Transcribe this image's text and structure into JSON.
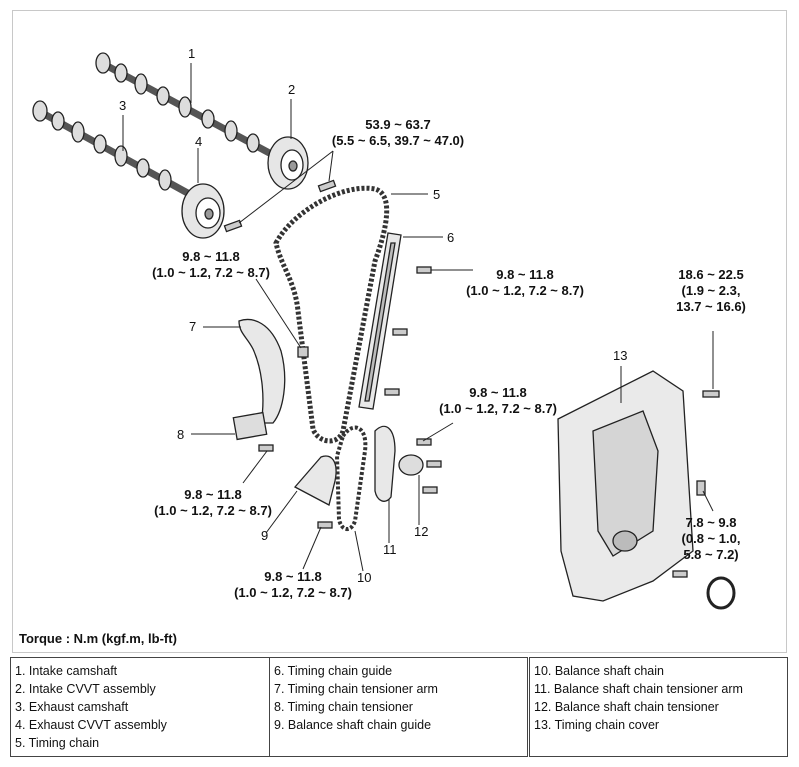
{
  "callouts": [
    "1",
    "2",
    "3",
    "4",
    "5",
    "6",
    "7",
    "8",
    "9",
    "10",
    "11",
    "12",
    "13"
  ],
  "torque_specs": {
    "cam_bolt": [
      "53.9 ~ 63.7",
      "(5.5 ~ 6.5, 39.7 ~ 47.0)"
    ],
    "guide_upper": [
      "9.8 ~ 11.8",
      "(1.0 ~ 1.2, 7.2 ~ 8.7)"
    ],
    "guide_right": [
      "9.8 ~ 11.8",
      "(1.0 ~ 1.2, 7.2 ~ 8.7)"
    ],
    "cover_top": [
      "18.6 ~ 22.5",
      "(1.9 ~ 2.3,",
      "13.7 ~ 16.6)"
    ],
    "tensioner_bs": [
      "9.8 ~ 11.8",
      "(1.0 ~ 1.2, 7.2 ~ 8.7)"
    ],
    "tensioner_left": [
      "9.8 ~ 11.8",
      "(1.0 ~ 1.2, 7.2 ~ 8.7)"
    ],
    "bs_guide": [
      "9.8 ~ 11.8",
      "(1.0 ~ 1.2, 7.2 ~ 8.7)"
    ],
    "cover_lower": [
      "7.8 ~ 9.8",
      "(0.8 ~ 1.0,",
      "5.8 ~ 7.2)"
    ]
  },
  "torque_note": "Torque : N.m (kgf.m, lb-ft)",
  "legend": {
    "col1": [
      "1. Intake camshaft",
      "2. Intake CVVT assembly",
      "3. Exhaust camshaft",
      "4. Exhaust CVVT assembly",
      "5. Timing chain"
    ],
    "col2": [
      "6. Timing chain guide",
      "7. Timing chain tensioner arm",
      "8. Timing chain tensioner",
      "9. Balance shaft chain guide"
    ],
    "col3": [
      "10. Balance shaft chain",
      "11. Balance shaft chain tensioner arm",
      "12. Balance shaft chain tensioner",
      "13. Timing chain cover"
    ]
  }
}
